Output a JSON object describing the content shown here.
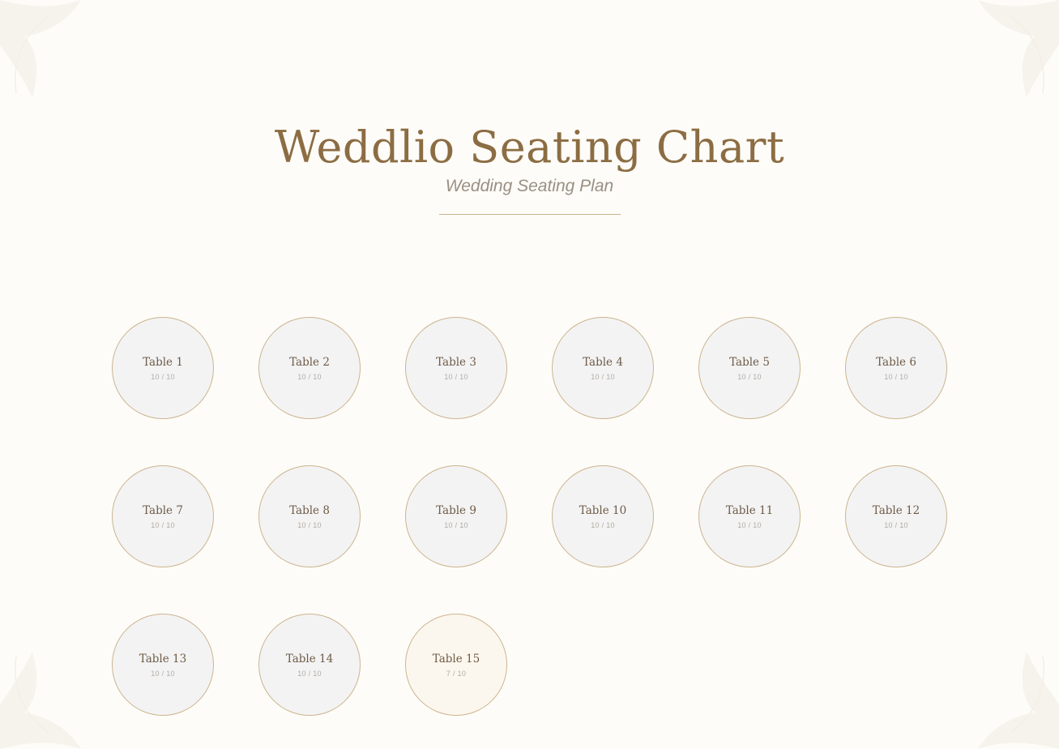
{
  "header": {
    "title": "Weddlio Seating Chart",
    "subtitle": "Wedding Seating Plan"
  },
  "colors": {
    "background": "#fdfcf8",
    "accent": "#8c6d43",
    "table_border": "#cdb48e",
    "table_full": "#f3f3f4",
    "table_partial": "#fcf7ee"
  },
  "decorations": [
    "floral-corner-icon",
    "floral-corner-icon",
    "floral-corner-icon",
    "floral-corner-icon"
  ],
  "tables": [
    {
      "name": "Table 1",
      "count": "10 / 10"
    },
    {
      "name": "Table 2",
      "count": "10 / 10"
    },
    {
      "name": "Table 3",
      "count": "10 / 10"
    },
    {
      "name": "Table 4",
      "count": "10 / 10"
    },
    {
      "name": "Table 5",
      "count": "10 / 10"
    },
    {
      "name": "Table 6",
      "count": "10 / 10"
    },
    {
      "name": "Table 7",
      "count": "10 / 10"
    },
    {
      "name": "Table 8",
      "count": "10 / 10"
    },
    {
      "name": "Table 9",
      "count": "10 / 10"
    },
    {
      "name": "Table 10",
      "count": "10 / 10"
    },
    {
      "name": "Table 11",
      "count": "10 / 10"
    },
    {
      "name": "Table 12",
      "count": "10 / 10"
    },
    {
      "name": "Table 13",
      "count": "10 / 10"
    },
    {
      "name": "Table 14",
      "count": "10 / 10"
    },
    {
      "name": "Table 15",
      "count": "7 / 10"
    }
  ]
}
